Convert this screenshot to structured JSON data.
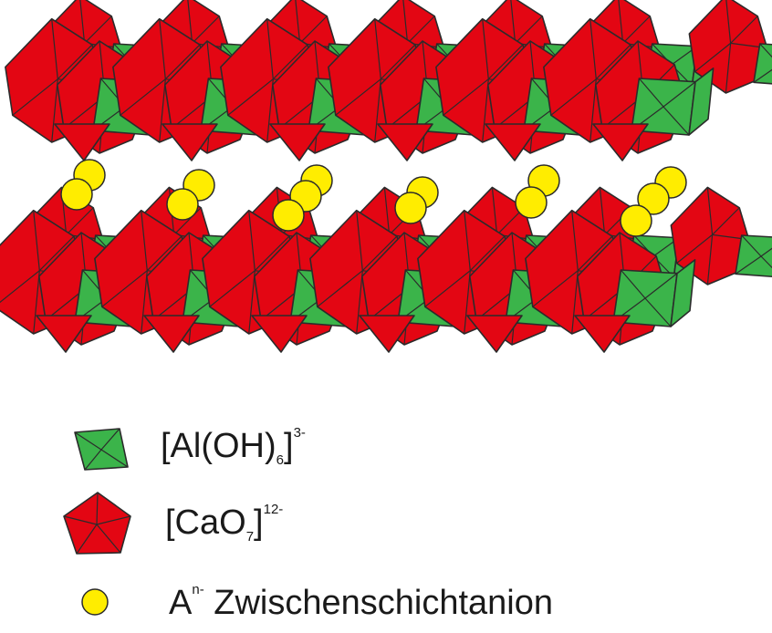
{
  "colors": {
    "ca_polyhedron": "#e30613",
    "al_octahedron": "#3bb44a",
    "interlayer_anion": "#ffed00",
    "edge": "#2b2b2b"
  },
  "legend": {
    "al": {
      "main": "[Al(OH)",
      "sub": "6",
      "close": "]",
      "sup": "3-",
      "icon": "green-octahedron-icon"
    },
    "ca": {
      "main": "[CaO",
      "sub": "7",
      "close": "]",
      "sup": "12-",
      "icon": "red-pentagon-icon"
    },
    "anion": {
      "main": "A",
      "sup": "n-",
      "rest": " Zwischenschichtanion",
      "icon": "yellow-circle-icon"
    }
  }
}
